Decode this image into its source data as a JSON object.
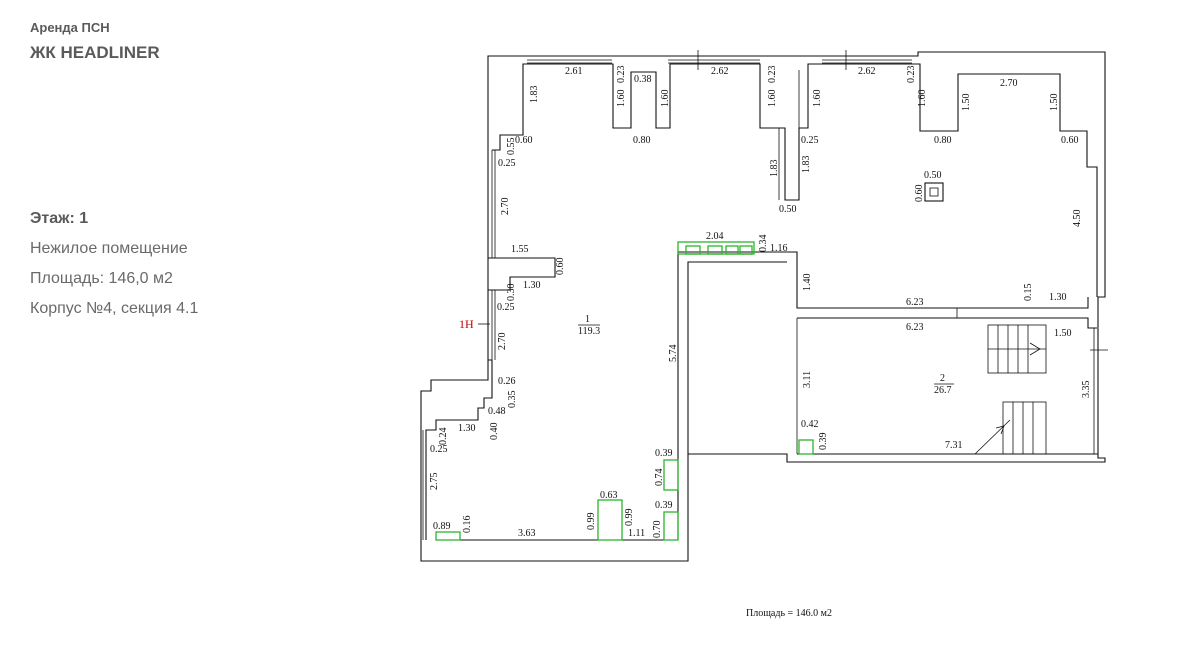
{
  "info": {
    "kicker": "Аренда ПСН",
    "title": "ЖК HEADLINER",
    "floor": "Этаж: 1",
    "type": "Нежилое помещение",
    "area": "Площадь: 146,0 м2",
    "building": "Корпус №4, секция 4.1"
  },
  "plan": {
    "unit_tag": "1Н",
    "rooms": [
      {
        "number": "1",
        "area": "119.3"
      },
      {
        "number": "2",
        "area": "26.7"
      }
    ],
    "total_area": "Площадь = 146.0 м2",
    "dims": {
      "d261": "2.61",
      "d023a": "0.23",
      "d160a": "1.60",
      "d038": "0.38",
      "d160b": "1.60",
      "d262a": "2.62",
      "d023b": "0.23",
      "d160c": "1.60",
      "d160d": "1.60",
      "d262b": "2.62",
      "d023c": "0.23",
      "d160e": "1.60",
      "d150a": "1.50",
      "d270a": "2.70",
      "d150b": "1.50",
      "d183a": "1.83",
      "d055": "0.55",
      "d060a": "0.60",
      "d080a": "0.80",
      "d025a": "0.25",
      "d080b": "0.80",
      "d060b": "0.60",
      "d025b": "0.25",
      "d183b": "1.83",
      "d183c": "1.83",
      "d050a": "0.50",
      "d060c": "0.60",
      "d050b": "0.50",
      "d270b": "2.70",
      "d450": "4.50",
      "d155": "1.55",
      "d060d": "0.60",
      "d130a": "1.30",
      "d204": "2.04",
      "d034": "0.34",
      "d116": "1.16",
      "d140": "1.40",
      "d030": "0.30",
      "d025c": "0.25",
      "d623a": "6.23",
      "d623b": "6.23",
      "d015": "0.15",
      "d130b": "1.30",
      "d270c": "2.70",
      "d574": "5.74",
      "d150c": "1.50",
      "d311": "3.11",
      "d335": "3.35",
      "d026": "0.26",
      "d035": "0.35",
      "d048": "0.48",
      "d024": "0.24",
      "d130c": "1.30",
      "d040": "0.40",
      "d025d": "0.25",
      "d042": "0.42",
      "d039a": "0.39",
      "d731": "7.31",
      "d039b": "0.39",
      "d074": "0.74",
      "d275": "2.75",
      "d063": "0.63",
      "d099a": "0.99",
      "d099b": "0.99",
      "d039c": "0.39",
      "d089": "0.89",
      "d016": "0.16",
      "d363": "3.63",
      "d111": "1.11",
      "d070": "0.70"
    }
  }
}
